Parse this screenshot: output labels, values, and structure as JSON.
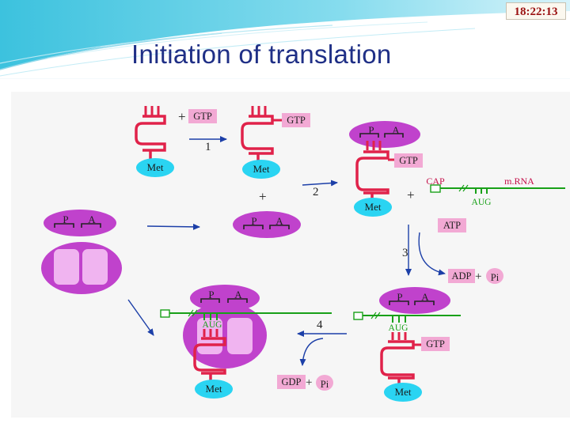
{
  "slide": {
    "title": "Initiation of translation",
    "clock": "18:22:13"
  },
  "diagram": {
    "step_labels": [
      "1",
      "2",
      "3",
      "4"
    ],
    "gtp": "GTP",
    "met": "Met",
    "site_p": "P",
    "site_a": "A",
    "plus": "+",
    "cap": "CAP",
    "mrna": "m.RNA",
    "aug": "AUG",
    "atp": "ATP",
    "adp": "ADP",
    "gdp": "GDP",
    "pi": "Pi",
    "colors": {
      "trna": "#e0224a",
      "met_bubble": "#2ad4f2",
      "gtp_box": "#f2a9d4",
      "subunit": "#c042cc",
      "mrna": "#18a018",
      "arrow": "#1c3fa8"
    }
  }
}
